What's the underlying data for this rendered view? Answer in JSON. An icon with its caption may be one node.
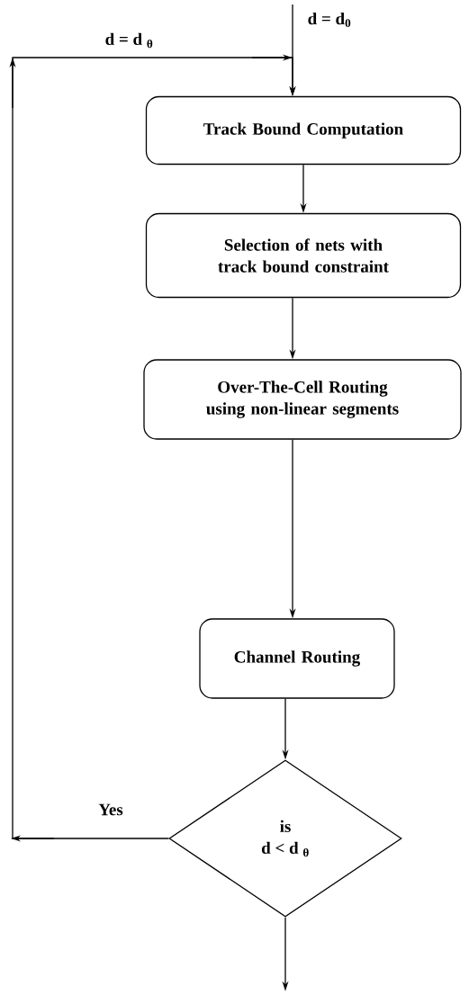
{
  "diagram": {
    "nodes": [
      {
        "text": [
          "Track Bound Computation"
        ]
      },
      {
        "text": [
          "Selection of nets with track bound constraint"
        ]
      },
      {
        "text": [
          "Over-The-Cell Routing using non-linear segments"
        ]
      },
      {
        "text": [
          "Channel Routing"
        ]
      },
      {
        "text": [
          "is",
          "d  < d $_{θ}$"
        ]
      }
    ],
    "edges": [
      {
        "from": null,
        "to": 0,
        "arrow": "to",
        "label": "d = d$_{0}$"
      },
      {
        "from": 0,
        "to": 1,
        "arrow": "to"
      },
      {
        "from": 1,
        "to": 2,
        "arrow": "to"
      },
      {
        "from": 2,
        "to": 3,
        "arrow": "to"
      },
      {
        "from": 3,
        "to": 4,
        "arrow": "to"
      },
      {
        "from": 4,
        "to": 0,
        "arrow": "to",
        "label": "Yes"
      },
      {
        "from": 4,
        "to": null,
        "arrow": "to"
      }
    ],
    "labels": [
      "d = d $_{θ}$"
    ]
  }
}
